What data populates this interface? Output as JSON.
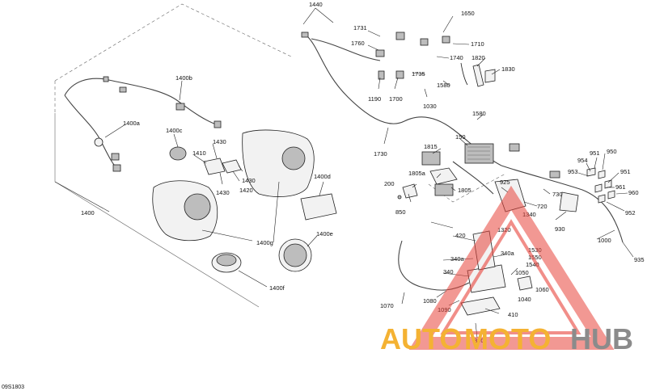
{
  "diagram": {
    "code": "09S1803",
    "callouts": [
      "1440",
      "1650",
      "1731",
      "1760",
      "1710",
      "1740",
      "1820",
      "1830",
      "1735",
      "1580",
      "1190",
      "1700",
      "1030",
      "1580",
      "1400b",
      "1400a",
      "1400c",
      "1430",
      "1410",
      "1430",
      "1430",
      "1420",
      "1400",
      "1730",
      "1815",
      "150",
      "1805a",
      "1805",
      "200",
      "850",
      "925",
      "720",
      "730",
      "954",
      "951",
      "950",
      "953",
      "951",
      "961",
      "960",
      "952",
      "1400d",
      "1400g",
      "1400e",
      "1400f",
      "420",
      "1320",
      "1340",
      "930",
      "1000",
      "935",
      "340a",
      "340a",
      "1530",
      "1550",
      "1540",
      "1050",
      "340",
      "1060",
      "1040",
      "1070",
      "1080",
      "1090",
      "410",
      "380"
    ]
  },
  "watermark": {
    "part_a": "AUTO",
    "part_b": "MOTO",
    "part_c": "HUB"
  }
}
